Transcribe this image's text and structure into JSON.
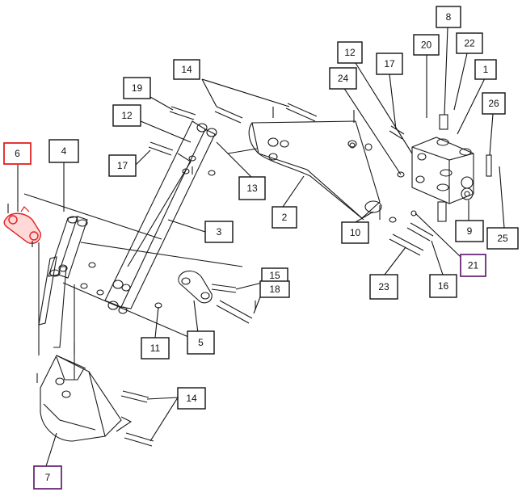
{
  "diagram": {
    "colors": {
      "ink": "#111111",
      "highlight_red": "#e02020",
      "highlight_purple": "#6a2a7a",
      "part_fill_red": "#ffd8d8"
    },
    "callouts": [
      {
        "id": "c1",
        "label": "1",
        "state": "normal"
      },
      {
        "id": "c2",
        "label": "2",
        "state": "normal"
      },
      {
        "id": "c3",
        "label": "3",
        "state": "normal"
      },
      {
        "id": "c4",
        "label": "4",
        "state": "normal"
      },
      {
        "id": "c5",
        "label": "5",
        "state": "normal"
      },
      {
        "id": "c6",
        "label": "6",
        "state": "selected"
      },
      {
        "id": "c7",
        "label": "7",
        "state": "purple"
      },
      {
        "id": "c8",
        "label": "8",
        "state": "normal"
      },
      {
        "id": "c9",
        "label": "9",
        "state": "normal"
      },
      {
        "id": "c10",
        "label": "10",
        "state": "normal"
      },
      {
        "id": "c11",
        "label": "11",
        "state": "normal"
      },
      {
        "id": "c12a",
        "label": "12",
        "state": "normal"
      },
      {
        "id": "c12b",
        "label": "12",
        "state": "normal"
      },
      {
        "id": "c13",
        "label": "13",
        "state": "normal"
      },
      {
        "id": "c14a",
        "label": "14",
        "state": "normal"
      },
      {
        "id": "c14b",
        "label": "14",
        "state": "normal"
      },
      {
        "id": "c15",
        "label": "15",
        "state": "normal"
      },
      {
        "id": "c16",
        "label": "16",
        "state": "normal"
      },
      {
        "id": "c17a",
        "label": "17",
        "state": "normal"
      },
      {
        "id": "c17b",
        "label": "17",
        "state": "normal"
      },
      {
        "id": "c18",
        "label": "18",
        "state": "normal"
      },
      {
        "id": "c19",
        "label": "19",
        "state": "normal"
      },
      {
        "id": "c20",
        "label": "20",
        "state": "normal"
      },
      {
        "id": "c21",
        "label": "21",
        "state": "purple"
      },
      {
        "id": "c22",
        "label": "22",
        "state": "normal"
      },
      {
        "id": "c23",
        "label": "23",
        "state": "normal"
      },
      {
        "id": "c24",
        "label": "24",
        "state": "normal"
      },
      {
        "id": "c25",
        "label": "25",
        "state": "normal"
      },
      {
        "id": "c26",
        "label": "26",
        "state": "normal"
      }
    ]
  }
}
